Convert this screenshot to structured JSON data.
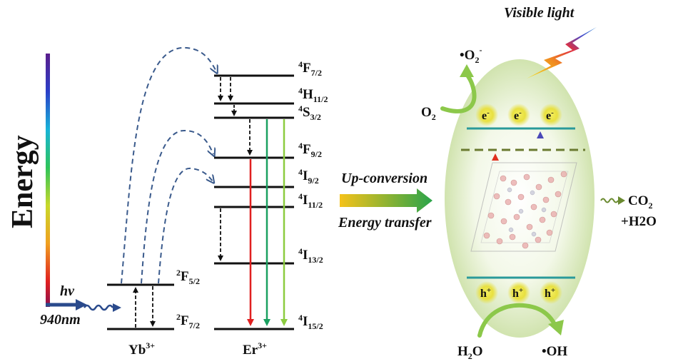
{
  "axis": {
    "label": "Energy"
  },
  "excitation": {
    "photon": "hv",
    "wavelength": "940nm"
  },
  "yb": {
    "ion_label": "Yb",
    "ion_charge": "3+",
    "levels": [
      {
        "term": "F",
        "sup": "2",
        "sub": "5/2"
      },
      {
        "term": "F",
        "sup": "2",
        "sub": "7/2"
      }
    ]
  },
  "er": {
    "ion_label": "Er",
    "ion_charge": "3+",
    "levels": [
      {
        "term": "F",
        "sup": "4",
        "sub": "7/2"
      },
      {
        "term": "H",
        "sup": "4",
        "sub": "11/2"
      },
      {
        "term": "S",
        "sup": "4",
        "sub": "3/2"
      },
      {
        "term": "F",
        "sup": "4",
        "sub": "9/2"
      },
      {
        "term": "I",
        "sup": "4",
        "sub": "9/2"
      },
      {
        "term": "I",
        "sup": "4",
        "sub": "11/2"
      },
      {
        "term": "I",
        "sup": "4",
        "sub": "13/2"
      },
      {
        "term": "I",
        "sup": "4",
        "sub": "15/2"
      }
    ],
    "emission_colors": [
      "#e02020",
      "#1aa060",
      "#8ccc40"
    ]
  },
  "middle": {
    "line1": "Up-conversion",
    "line2": "Energy transfer"
  },
  "photocatalyst": {
    "visible_light": "Visible light",
    "superoxide": "•O",
    "superoxide_sub": "2",
    "superoxide_sup": "-",
    "oxygen": "O",
    "oxygen_sub": "2",
    "electron": "e",
    "electron_sup": "-",
    "hole": "h",
    "hole_sup": "+",
    "water": "H",
    "water_sub": "2",
    "water_end": "O",
    "hydroxyl": "•OH",
    "product_line1": "CO",
    "product_line1_sub": "2",
    "product_line2": "+H2O"
  }
}
